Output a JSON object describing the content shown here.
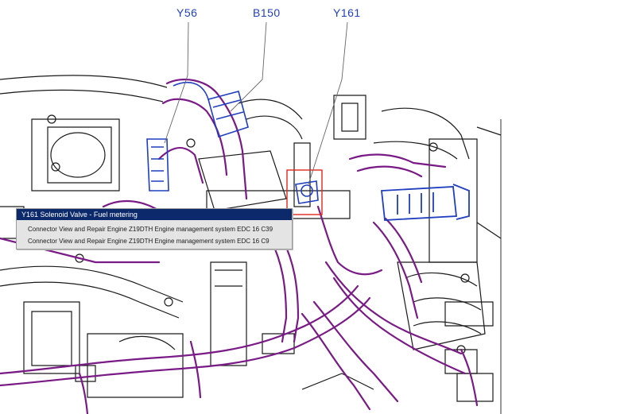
{
  "callouts": {
    "y56": "Y56",
    "b150": "B150",
    "y161": "Y161"
  },
  "popup": {
    "title": "Y161 Solenoid Valve - Fuel metering",
    "items": [
      "Connector View and Repair  Engine Z19DTH  Engine management system EDC 16 C39",
      "Connector View and Repair  Engine Z19DTH  Engine management system EDC 16 C9"
    ]
  },
  "colors": {
    "harness": "#7a1a86",
    "component": "#1f3fbf",
    "highlight": "#e0281c",
    "line": "#1a1a1a"
  }
}
